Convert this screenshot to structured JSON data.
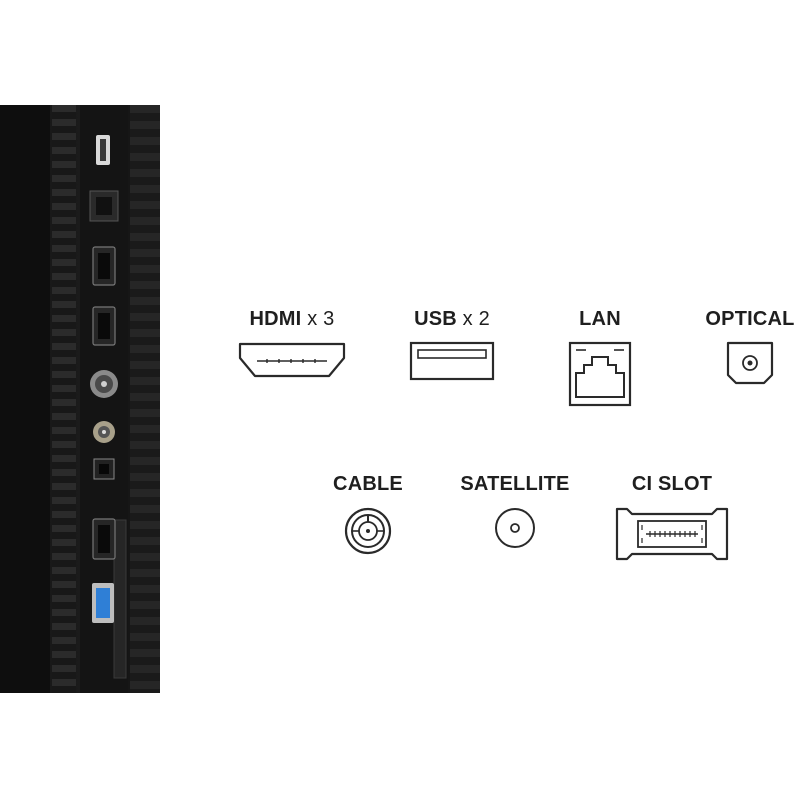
{
  "ports": {
    "hdmi": {
      "name": "HDMI",
      "count": "x 3",
      "icon": "hdmi-port-icon"
    },
    "usb": {
      "name": "USB",
      "count": "x 2",
      "icon": "usb-port-icon"
    },
    "lan": {
      "name": "LAN",
      "icon": "lan-port-icon"
    },
    "optical": {
      "name": "OPTICAL",
      "icon": "optical-port-icon"
    },
    "cable": {
      "name": "CABLE",
      "icon": "coax-cable-port-icon"
    },
    "satellite": {
      "name": "SATELLITE",
      "icon": "satellite-port-icon"
    },
    "ci_slot": {
      "name": "CI SLOT",
      "icon": "ci-slot-icon"
    }
  },
  "colors": {
    "background": "#ffffff",
    "label": "#1f1f1f",
    "icon_stroke": "#2a2a2a",
    "panel": "#111111",
    "usb3_accent": "#2f7fd6"
  }
}
